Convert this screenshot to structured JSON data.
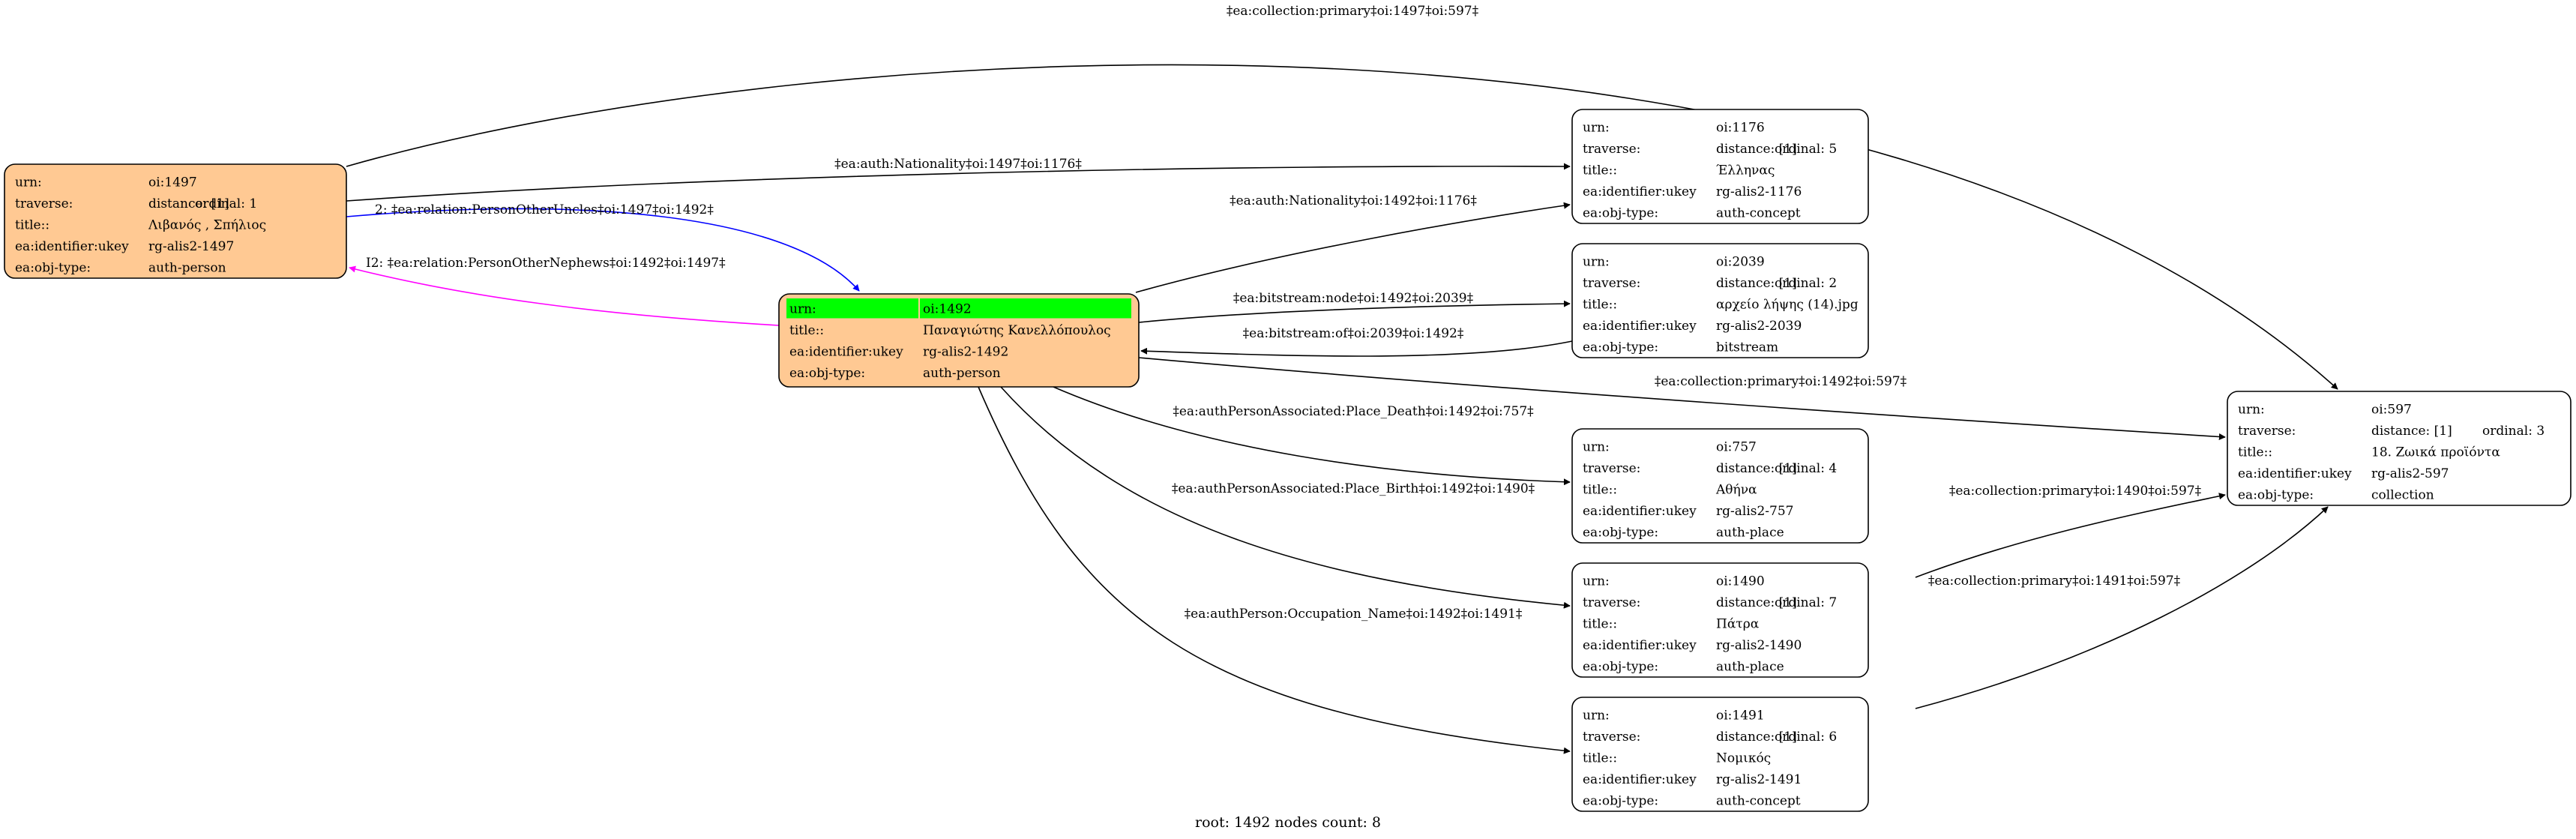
{
  "footer": "root: 1492 nodes count: 8",
  "fields": {
    "urn": "urn:",
    "traverse": "traverse:",
    "title": "title::",
    "ukey": "ea:identifier:ukey",
    "type": "ea:obj-type:"
  },
  "colors": {
    "person_fill": "#ffc993",
    "highlight": "#00ff00",
    "other_fill": "#ffffff",
    "edge_default": "#000000",
    "edge_uncles": "#0000ff",
    "edge_nephews": "#ff00ff"
  },
  "nodes": [
    {
      "id": "n1497",
      "kind": "person",
      "urn": "oi:1497",
      "traverse": "distance: [1]",
      "ordinal": "ordinal: 1",
      "title": "Λιβανός , Σπήλιος",
      "ukey": "rg-alis2-1497",
      "type": "auth-person"
    },
    {
      "id": "n1492",
      "kind": "root",
      "urn": "oi:1492",
      "title": "Παναγιώτης Κανελλόπουλος",
      "ukey": "rg-alis2-1492",
      "type": "auth-person"
    },
    {
      "id": "n1176",
      "kind": "plain",
      "urn": "oi:1176",
      "traverse": "distance: [1]",
      "ordinal": "ordinal: 5",
      "title": "Έλληνας",
      "ukey": "rg-alis2-1176",
      "type": "auth-concept"
    },
    {
      "id": "n2039",
      "kind": "plain",
      "urn": "oi:2039",
      "traverse": "distance: [1]",
      "ordinal": "ordinal: 2",
      "title": "αρχείο λήψης (14).jpg",
      "ukey": "rg-alis2-2039",
      "type": "bitstream"
    },
    {
      "id": "n757",
      "kind": "plain",
      "urn": "oi:757",
      "traverse": "distance: [1]",
      "ordinal": "ordinal: 4",
      "title": "Αθήνα",
      "ukey": "rg-alis2-757",
      "type": "auth-place"
    },
    {
      "id": "n1490",
      "kind": "plain",
      "urn": "oi:1490",
      "traverse": "distance: [1]",
      "ordinal": "ordinal: 7",
      "title": "Πάτρα",
      "ukey": "rg-alis2-1490",
      "type": "auth-place"
    },
    {
      "id": "n1491",
      "kind": "plain",
      "urn": "oi:1491",
      "traverse": "distance: [1]",
      "ordinal": "ordinal: 6",
      "title": "Νομικός",
      "ukey": "rg-alis2-1491",
      "type": "auth-concept"
    },
    {
      "id": "n597",
      "kind": "plain",
      "urn": "oi:597",
      "traverse": "distance: [1]",
      "ordinal": "ordinal: 3",
      "title": "18. Ζωικά προϊόντα",
      "ukey": "rg-alis2-597",
      "type": "collection"
    }
  ],
  "edges": [
    {
      "id": "e1",
      "label": "‡ea:collection:primary‡oi:1497‡oi:597‡",
      "color": "#000000"
    },
    {
      "id": "e2",
      "label": "‡ea:auth:Nationality‡oi:1497‡oi:1176‡",
      "color": "#000000"
    },
    {
      "id": "e3",
      "label": "2: ‡ea:relation:PersonOtherUncles‡oi:1497‡oi:1492‡",
      "color": "#0000ff"
    },
    {
      "id": "e4",
      "label": "I2: ‡ea:relation:PersonOtherNephews‡oi:1492‡oi:1497‡",
      "color": "#ff00ff"
    },
    {
      "id": "e5",
      "label": "‡ea:auth:Nationality‡oi:1492‡oi:1176‡",
      "color": "#000000"
    },
    {
      "id": "e6",
      "label": "‡ea:bitstream:node‡oi:1492‡oi:2039‡",
      "color": "#000000"
    },
    {
      "id": "e7",
      "label": "‡ea:bitstream:of‡oi:2039‡oi:1492‡",
      "color": "#000000"
    },
    {
      "id": "e8",
      "label": "‡ea:collection:primary‡oi:1492‡oi:597‡",
      "color": "#000000"
    },
    {
      "id": "e9",
      "label": "‡ea:authPersonAssociated:Place_Death‡oi:1492‡oi:757‡",
      "color": "#000000"
    },
    {
      "id": "e10",
      "label": "‡ea:authPersonAssociated:Place_Birth‡oi:1492‡oi:1490‡",
      "color": "#000000"
    },
    {
      "id": "e11",
      "label": "‡ea:authPerson:Occupation_Name‡oi:1492‡oi:1491‡",
      "color": "#000000"
    },
    {
      "id": "e12",
      "label": "‡ea:collection:primary‡oi:1490‡oi:597‡",
      "color": "#000000"
    },
    {
      "id": "e13",
      "label": "‡ea:collection:primary‡oi:1491‡oi:597‡",
      "color": "#000000"
    }
  ]
}
